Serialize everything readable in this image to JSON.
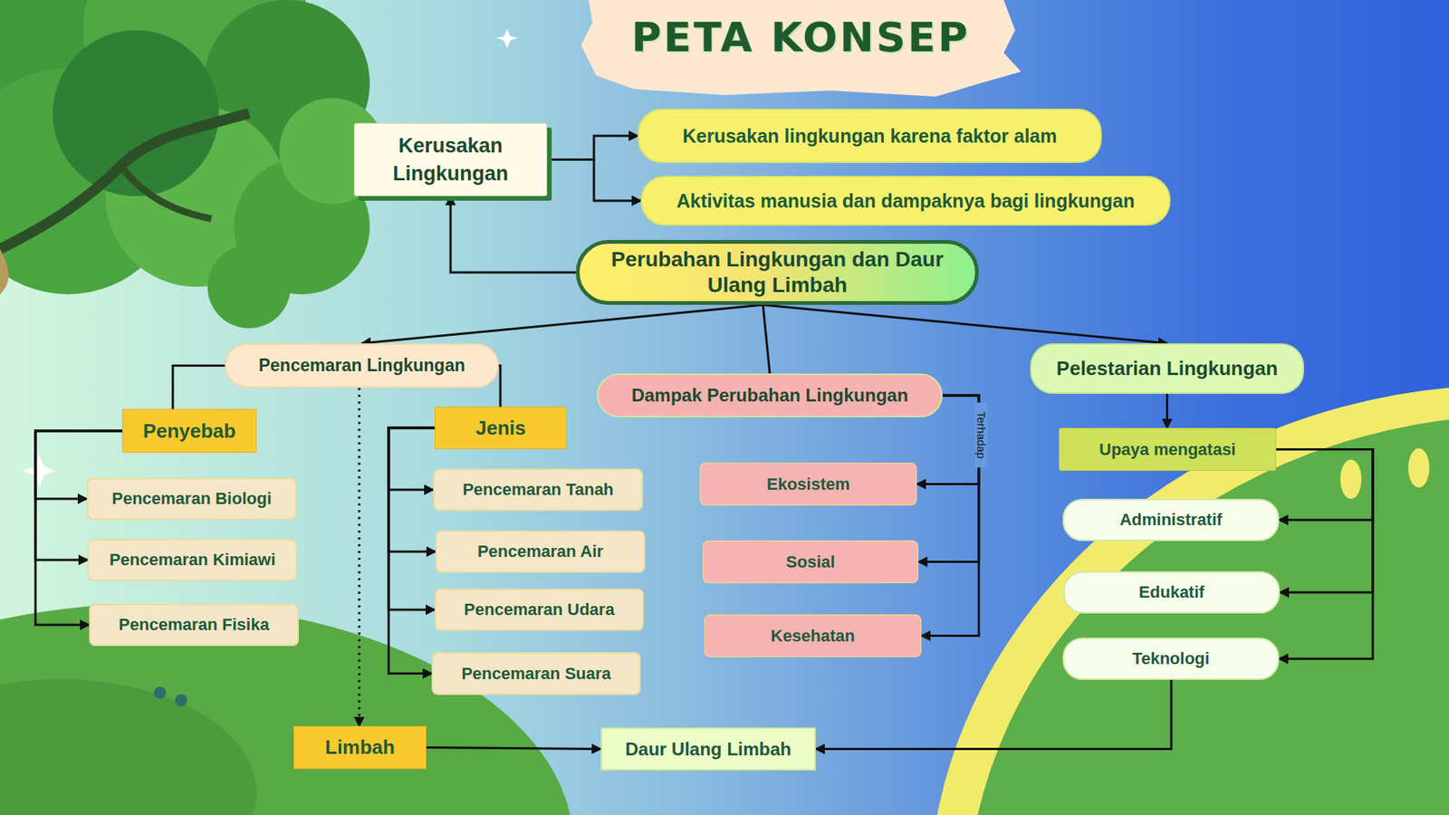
{
  "diagram": {
    "title": "PETA KONSEP",
    "nodes": [
      {
        "text": [
          "Kerusakan Lingkungan"
        ]
      },
      {
        "text": [
          "Kerusakan lingkungan karena faktor alam"
        ]
      },
      {
        "text": [
          "Aktivitas manusia dan dampaknya bagi lingkungan"
        ]
      },
      {
        "text": [
          "Perubahan Lingkungan dan Daur Ulang Limbah"
        ]
      },
      {
        "text": [
          "Pencemaran Lingkungan"
        ]
      },
      {
        "text": [
          "Dampak Perubahan Lingkungan"
        ]
      },
      {
        "text": [
          "Pelestarian Lingkungan"
        ]
      },
      {
        "text": [
          "Penyebab"
        ]
      },
      {
        "text": [
          "Jenis"
        ]
      },
      {
        "text": [
          "Pencemaran Biologi"
        ]
      },
      {
        "text": [
          "Pencemaran Kimiawi"
        ]
      },
      {
        "text": [
          "Pencemaran Fisika"
        ]
      },
      {
        "text": [
          "Pencemaran Tanah"
        ]
      },
      {
        "text": [
          "Pencemaran Air"
        ]
      },
      {
        "text": [
          "Pencemaran Udara"
        ]
      },
      {
        "text": [
          "Pencemaran Suara"
        ]
      },
      {
        "text": [
          "Ekosistem"
        ]
      },
      {
        "text": [
          "Sosial"
        ]
      },
      {
        "text": [
          "Kesehatan"
        ]
      },
      {
        "text": [
          "Upaya mengatasi"
        ]
      },
      {
        "text": [
          "Administratif"
        ]
      },
      {
        "text": [
          "Edukatif"
        ]
      },
      {
        "text": [
          "Teknologi"
        ]
      },
      {
        "text": [
          "Limbah"
        ]
      },
      {
        "text": [
          "Daur Ulang Limbah"
        ]
      }
    ],
    "edges": [
      {
        "from": 0,
        "to": 1,
        "arrow": "to"
      },
      {
        "from": 0,
        "to": 2,
        "arrow": "to"
      },
      {
        "from": 3,
        "to": 0,
        "arrow": "to"
      },
      {
        "from": 3,
        "to": 4,
        "arrow": "to"
      },
      {
        "from": 3,
        "to": 5,
        "arrow": "none"
      },
      {
        "from": 3,
        "to": 6,
        "arrow": "to"
      },
      {
        "from": 4,
        "to": 7,
        "arrow": "none"
      },
      {
        "from": 4,
        "to": 8,
        "arrow": "none"
      },
      {
        "from": 7,
        "to": 9,
        "arrow": "to"
      },
      {
        "from": 7,
        "to": 10,
        "arrow": "to"
      },
      {
        "from": 7,
        "to": 11,
        "arrow": "to"
      },
      {
        "from": 8,
        "to": 12,
        "arrow": "to"
      },
      {
        "from": 8,
        "to": 13,
        "arrow": "to"
      },
      {
        "from": 8,
        "to": 14,
        "arrow": "to"
      },
      {
        "from": 8,
        "to": 15,
        "arrow": "to"
      },
      {
        "from": 4,
        "to": 23,
        "arrow": "to"
      },
      {
        "from": 5,
        "to": 16,
        "arrow": "to"
      },
      {
        "from": 5,
        "to": 17,
        "arrow": "to"
      },
      {
        "from": 5,
        "to": 18,
        "arrow": "to"
      },
      {
        "from": 6,
        "to": 19,
        "arrow": "to"
      },
      {
        "from": 19,
        "to": 20,
        "arrow": "to"
      },
      {
        "from": 19,
        "to": 21,
        "arrow": "to"
      },
      {
        "from": 19,
        "to": 22,
        "arrow": "to"
      },
      {
        "from": 22,
        "to": 24,
        "arrow": "to"
      },
      {
        "from": 23,
        "to": 24,
        "arrow": "to"
      }
    ],
    "labels": [
      "Terhadap"
    ]
  }
}
